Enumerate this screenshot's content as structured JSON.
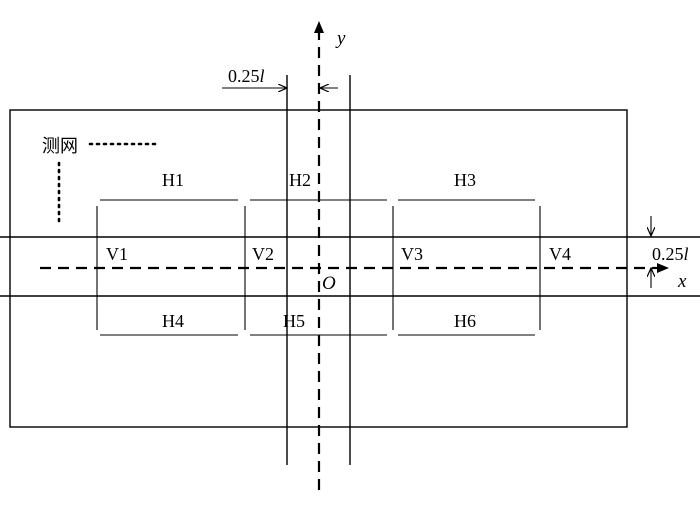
{
  "axes": {
    "x": "x",
    "y": "y",
    "origin": "O"
  },
  "dimensions": {
    "width_label": "0.25l",
    "height_label": "0.25l"
  },
  "legend": {
    "probe_grid": "测网"
  },
  "horizontal_lines": [
    "H1",
    "H2",
    "H3",
    "H4",
    "H5",
    "H6"
  ],
  "vertical_lines": [
    "V1",
    "V2",
    "V3",
    "V4"
  ]
}
